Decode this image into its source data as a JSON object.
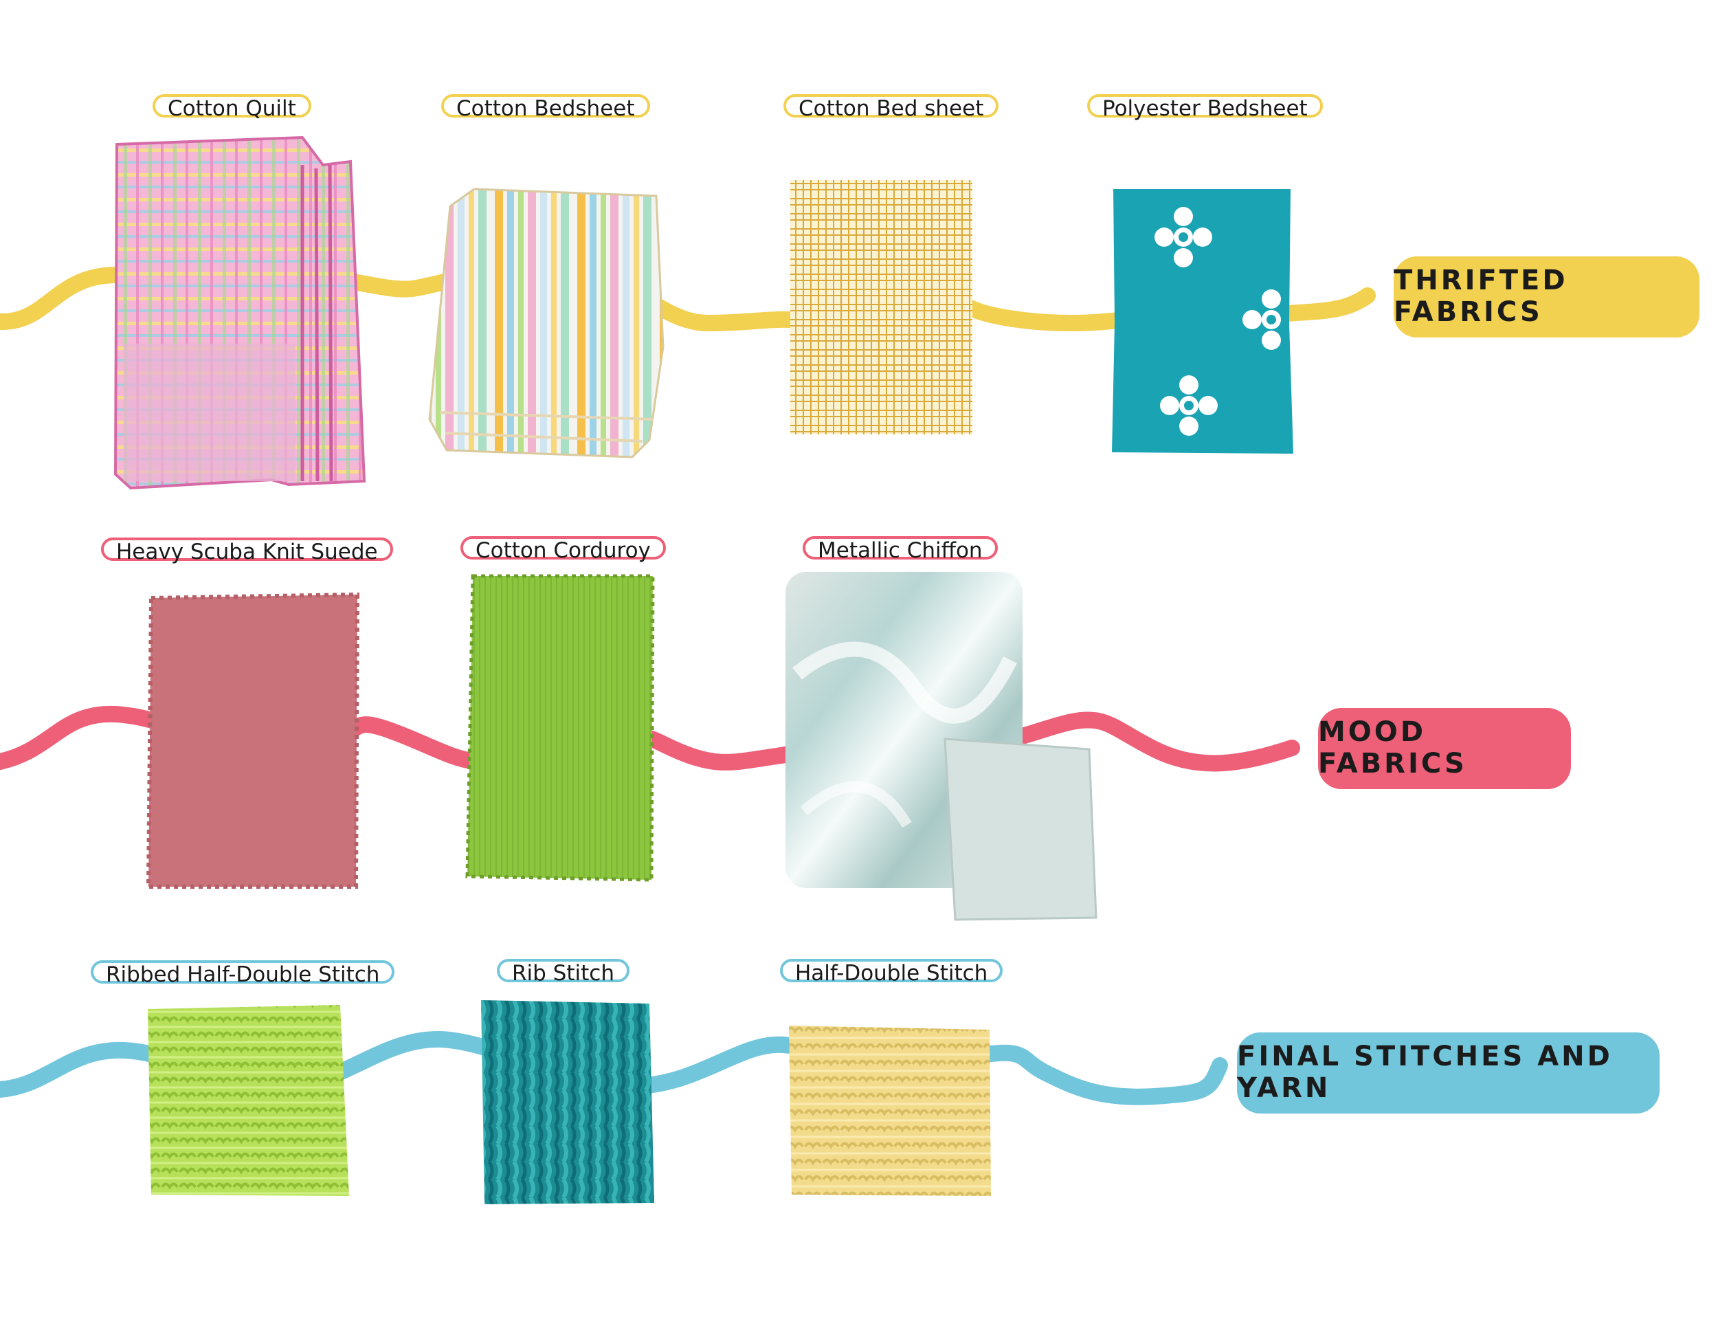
{
  "sections": [
    {
      "tag": "THRIFTED FABRICS",
      "color": "#f2d050",
      "items": [
        {
          "label": "Cotton Quilt",
          "swatch": "pink patchwork quilt"
        },
        {
          "label": "Cotton Bedsheet",
          "swatch": "pastel striped sheet"
        },
        {
          "label": "Cotton Bed sheet",
          "swatch": "yellow grid sheet"
        },
        {
          "label": "Polyester Bedsheet",
          "swatch": "teal daisy print"
        }
      ]
    },
    {
      "tag": "MOOD FABRICS",
      "color": "#ee5f78",
      "items": [
        {
          "label": "Heavy Scuba Knit Suede",
          "swatch": "dusty rose suede"
        },
        {
          "label": "Cotton Corduroy",
          "swatch": "lime green corduroy"
        },
        {
          "label": "Metallic Chiffon",
          "swatch": "silver metallic chiffon"
        }
      ]
    },
    {
      "tag": "FINAL STITCHES AND YARN",
      "color": "#72c6dc",
      "items": [
        {
          "label": "Ribbed Half-Double Stitch",
          "swatch": "lime crochet swatch"
        },
        {
          "label": "Rib Stitch",
          "swatch": "teal crochet swatch"
        },
        {
          "label": "Half-Double Stitch",
          "swatch": "pale yellow crochet swatch"
        }
      ]
    }
  ]
}
